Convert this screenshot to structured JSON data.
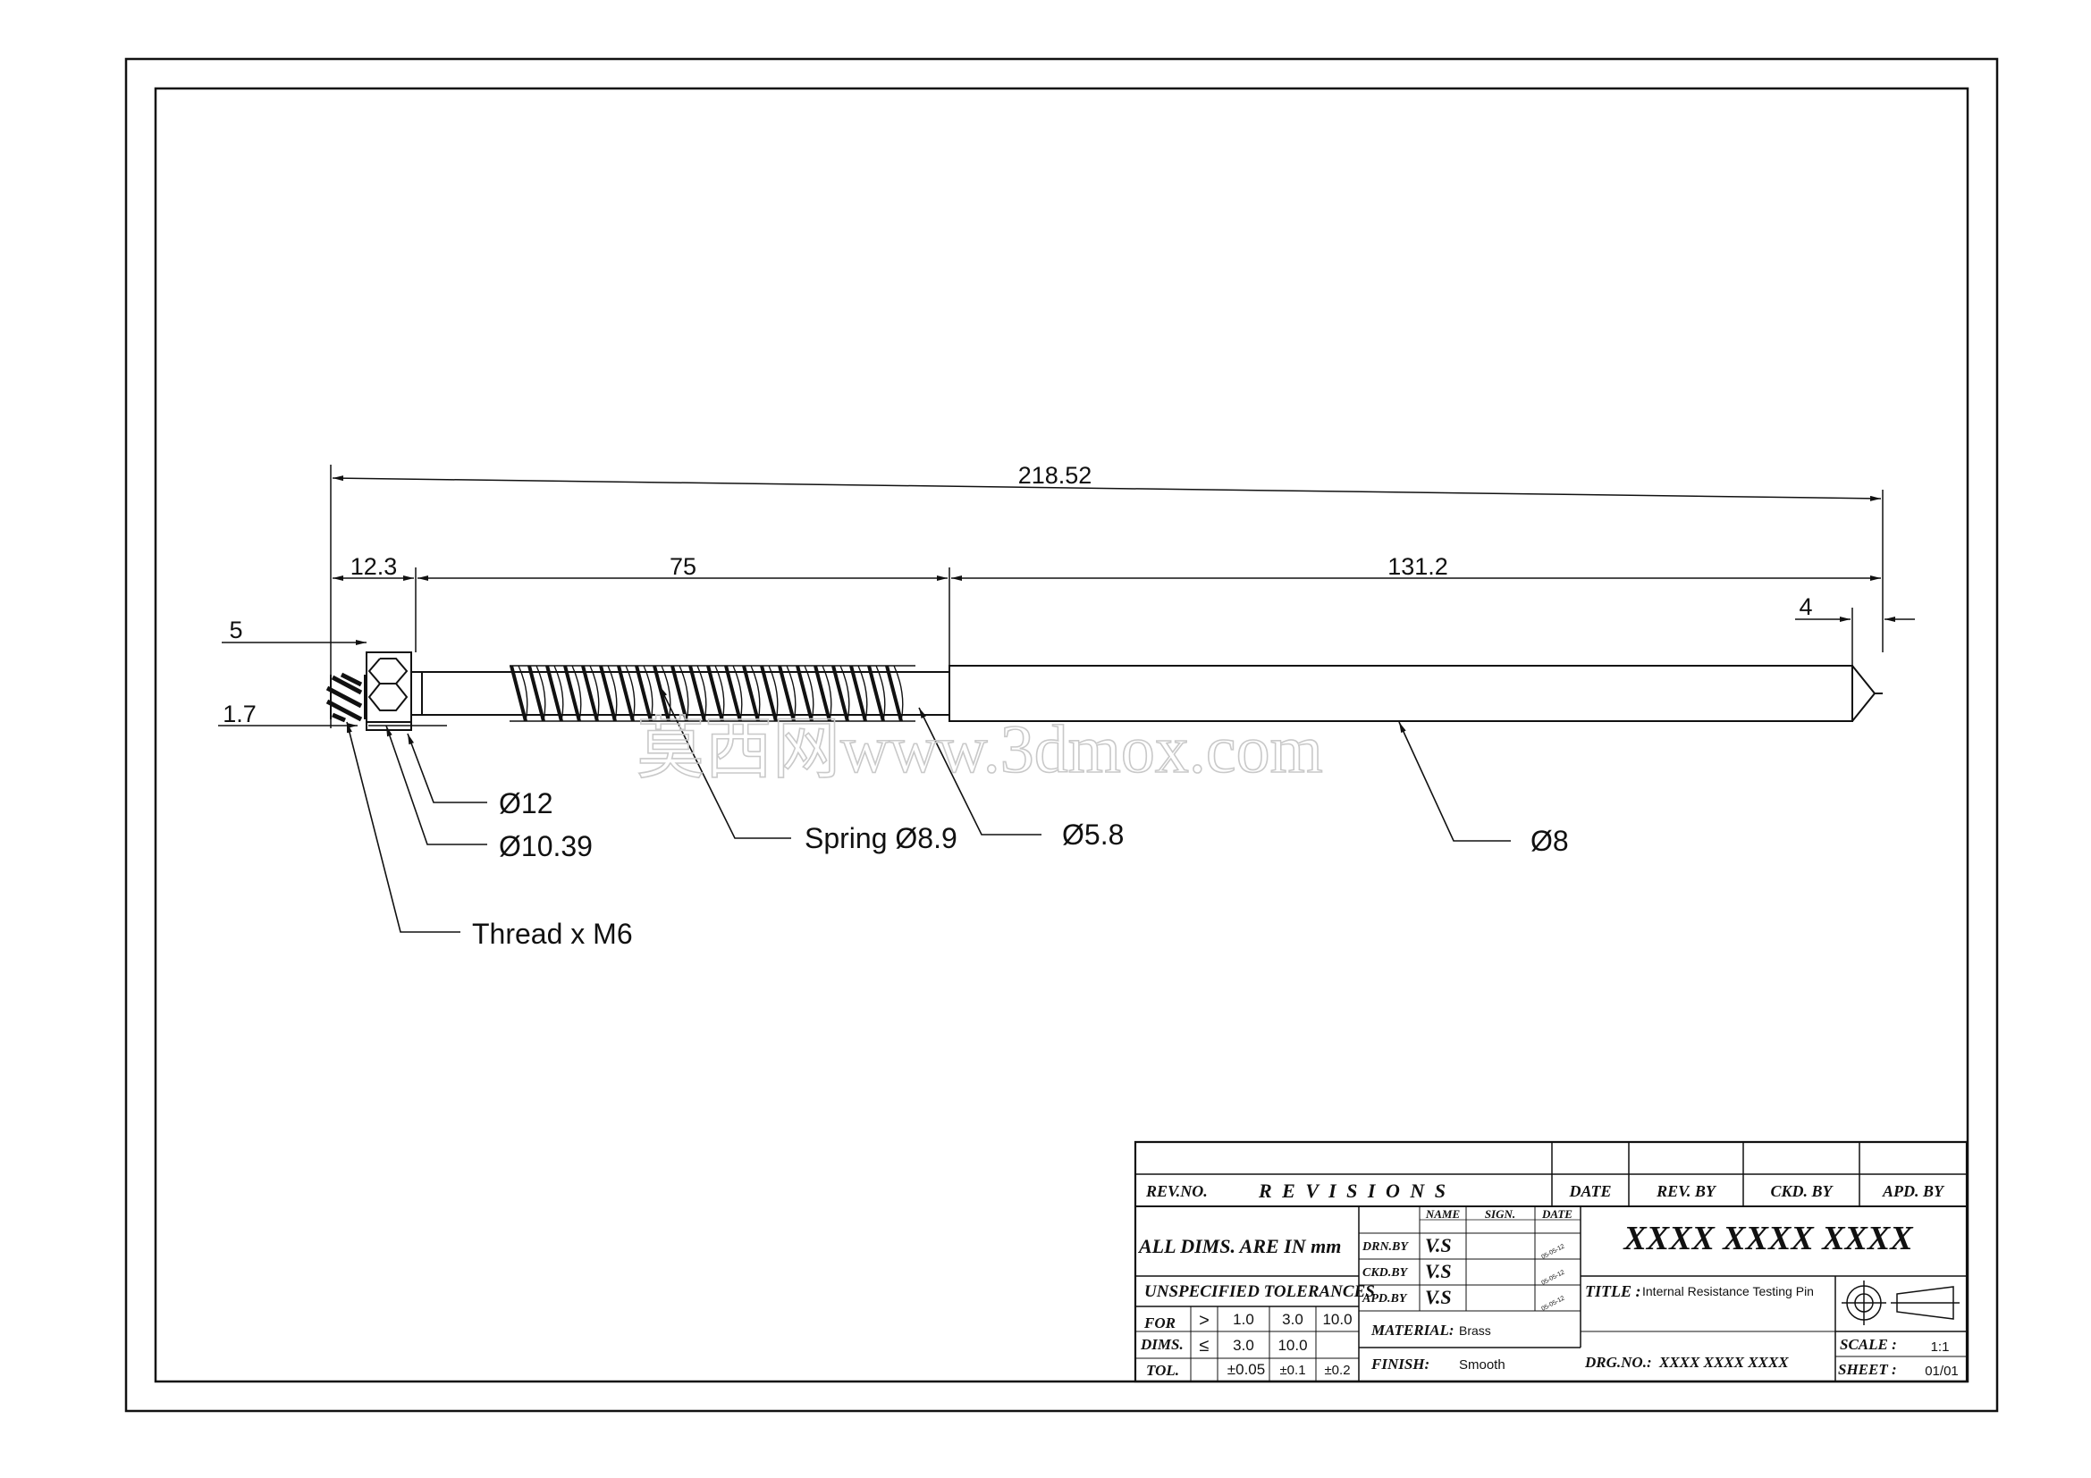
{
  "drawing": {
    "dimensions": {
      "overall_length": "218.52",
      "head_length": "12.3",
      "spring_length": "75",
      "shaft_length": "131.2",
      "tip_length": "4",
      "left_offset_top": "5",
      "left_offset_bottom": "1.7"
    },
    "callouts": {
      "head_dia": "Ø12",
      "hex_dia": "Ø10.39",
      "thread": "Thread x M6",
      "spring": "Spring Ø8.9",
      "neck_dia": "Ø5.8",
      "shaft_dia": "Ø8"
    },
    "watermark": "莫西网www.3dmox.com"
  },
  "title_block": {
    "revisions_header": {
      "rev_no": "REV.NO.",
      "revisions": "R E V I S I O N S",
      "date": "DATE",
      "rev_by": "REV. BY",
      "ckd_by": "CKD. BY",
      "apd_by": "APD. BY"
    },
    "units_note": "ALL DIMS. ARE IN mm",
    "tolerances": {
      "heading": "UNSPECIFIED TOLERANCES",
      "for_label": "FOR",
      "dims_label": "DIMS.",
      "tol_label": "TOL.",
      "gt_symbol": ">",
      "le_symbol": "≤",
      "gt_values": [
        "1.0",
        "3.0",
        "10.0"
      ],
      "le_values": [
        "3.0",
        "10.0",
        ""
      ],
      "tol_values": [
        "±0.05",
        "±0.1",
        "±0.2"
      ]
    },
    "signoff": {
      "headers": {
        "name": "NAME",
        "sign": "SIGN.",
        "date": "DATE"
      },
      "rows": [
        {
          "role": "DRN.BY",
          "name": "V.S",
          "date": "05-05-12"
        },
        {
          "role": "CKD.BY",
          "name": "V.S",
          "date": "05-05-12"
        },
        {
          "role": "APD.BY",
          "name": "V.S",
          "date": "05-05-12"
        }
      ]
    },
    "material_label": "MATERIAL:",
    "material": "Brass",
    "finish_label": "FINISH:",
    "finish": "Smooth",
    "company": "XXXX  XXXX  XXXX",
    "title_label": "TITLE :",
    "title": "Internal Resistance Testing Pin",
    "drg_no_label": "DRG.NO.:",
    "drg_no": "XXXX XXXX XXXX",
    "scale_label": "SCALE :",
    "scale": "1:1",
    "sheet_label": "SHEET :",
    "sheet": "01/01"
  }
}
